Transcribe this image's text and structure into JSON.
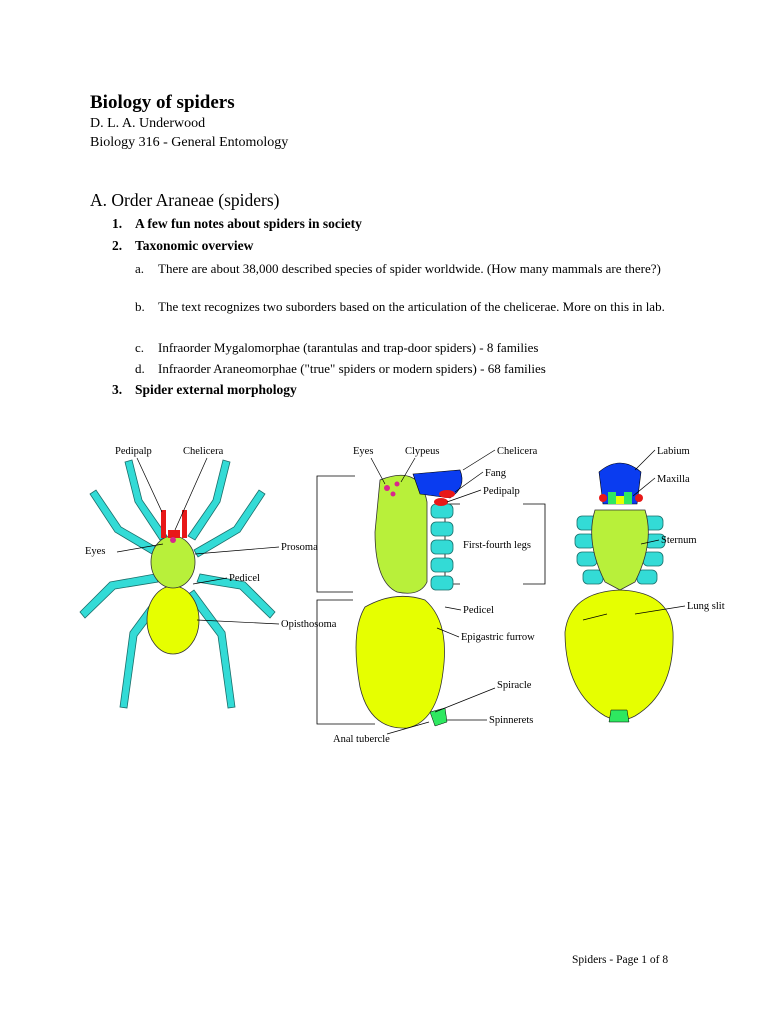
{
  "document": {
    "title": "Biology of spiders",
    "author": "D. L. A. Underwood",
    "course": "Biology 316 - General Entomology"
  },
  "section": {
    "heading": "A. Order Araneae (spiders)",
    "items": [
      {
        "num": "1.",
        "text": "A few fun notes about spiders in society"
      },
      {
        "num": "2.",
        "text": "Taxonomic overview",
        "subitems": [
          {
            "letter": "a.",
            "text": "There are about 38,000 described species of spider worldwide.  (How many mammals are there?)"
          },
          {
            "letter": "b.",
            "text": "The text recognizes two suborders based on the articulation of the chelicerae.  More on this in lab."
          },
          {
            "letter": "c.",
            "text": "Infraorder Mygalomorphae (tarantulas and trap-door spiders) - 8 families"
          },
          {
            "letter": "d.",
            "text": "Infraorder Araneomorphae (\"true\" spiders or modern spiders) - 68 families"
          }
        ]
      },
      {
        "num": "3.",
        "text": "Spider external morphology"
      }
    ]
  },
  "figure": {
    "labels": {
      "pedipalp": "Pedipalp",
      "chelicera": "Chelicera",
      "eyes": "Eyes",
      "prosoma": "Prosoma",
      "pedicel": "Pedicel",
      "opisthosoma": "Opisthosoma",
      "side_eyes": "Eyes",
      "clypeus": "Clypeus",
      "side_chelicera": "Chelicera",
      "fang": "Fang",
      "side_pedipalp": "Pedipalp",
      "legs": "First-fourth legs",
      "side_pedicel": "Pedicel",
      "epigastric": "Epigastric furrow",
      "spiracle": "Spiracle",
      "spinnerets": "Spinnerets",
      "anal": "Anal tubercle",
      "labium": "Labium",
      "maxilla": "Maxilla",
      "sternum": "Sternum",
      "lung": "Lung slit"
    },
    "colors": {
      "body": "#e6ff00",
      "cephalothorax": "#b8f03a",
      "legs": "#33dbd6",
      "chelicera": "#0a3cf0",
      "pedipalp": "#e81818",
      "eyes": "#d9268c",
      "spinnerets": "#2ee860"
    }
  },
  "footer": {
    "page": "Spiders - Page 1 of 8"
  }
}
